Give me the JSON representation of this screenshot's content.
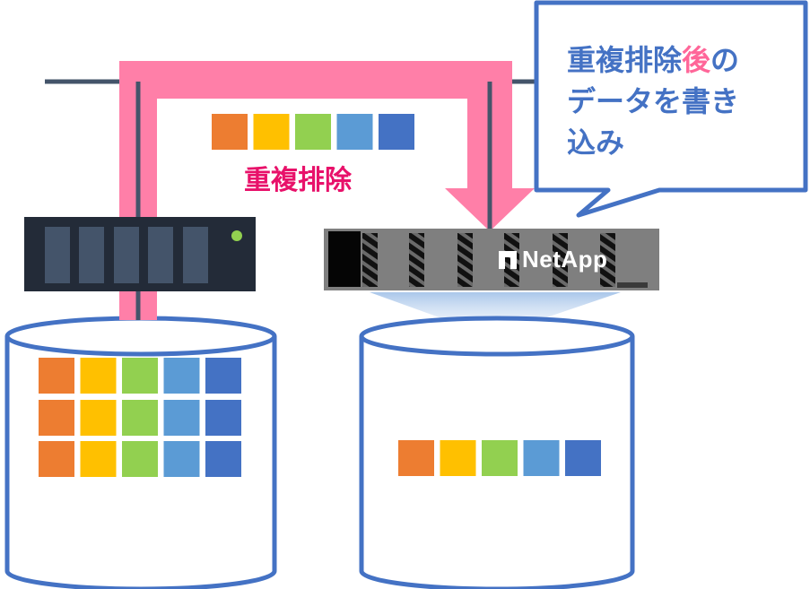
{
  "callout": {
    "line1_part1": "重複排除",
    "line1_highlight": "後",
    "line1_part2": "の",
    "line2": "データを書き",
    "line3": "込み"
  },
  "dedupe_label": "重複排除",
  "brand": "NetApp",
  "colors": {
    "orange": "#ED7D31",
    "yellow": "#FFC000",
    "green": "#92D050",
    "light_blue": "#5B9BD5",
    "blue": "#4472C4",
    "pink_arrow": "#FF7FA8",
    "callout_text": "#4472C4",
    "callout_highlight": "#FF6699",
    "dedupe_text": "#E8116A",
    "server": "#232B38",
    "cylinder_stroke": "#4472C4",
    "network_line": "#44546A"
  },
  "icons": [
    "server-icon",
    "netapp-storage-icon",
    "database-cylinder-icon",
    "netapp-logo-icon"
  ]
}
